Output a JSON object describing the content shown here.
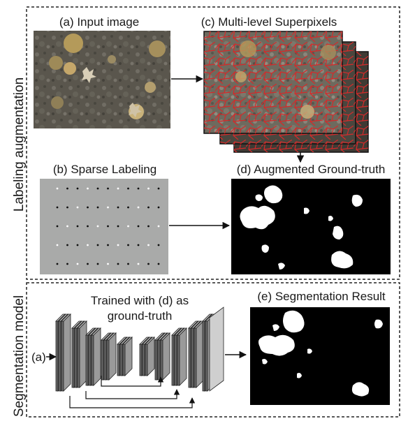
{
  "sections": {
    "top_label": "Labeling augmentation",
    "bottom_label": "Segmentation model"
  },
  "panels": {
    "a": "(a) Input image",
    "b": "(b) Sparse Labeling",
    "c": "(c) Multi-level Superpixels",
    "d": "(d) Augmented Ground-truth",
    "e": "(e) Segmentation Result"
  },
  "network": {
    "caption_line1": "Trained with (d) as",
    "caption_line2": "ground-truth",
    "input_tag": "(a)"
  },
  "colors": {
    "superpixel_edges": "#d42a2a",
    "mask_background": "#000000",
    "mask_foreground": "#ffffff",
    "label_panel": "#a9aaa9"
  }
}
